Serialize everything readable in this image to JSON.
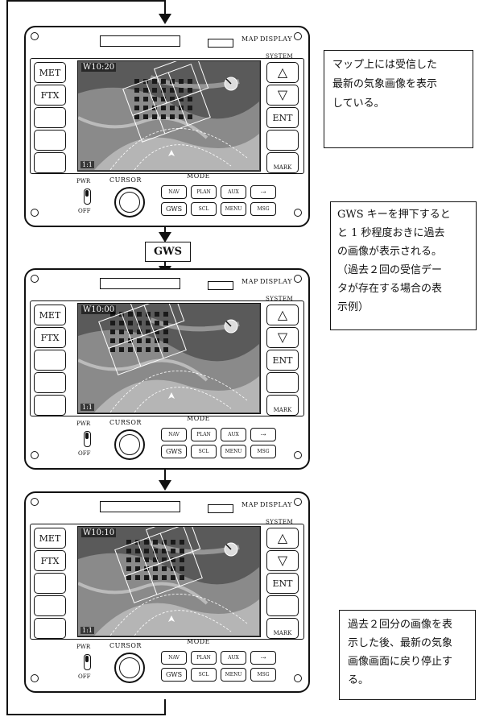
{
  "device": {
    "title_map": "MAP",
    "title_display": "DISPLAY",
    "title_system": "SYSTEM",
    "left_keys": [
      "MET",
      "FTX",
      "",
      "",
      ""
    ],
    "right_keys": [
      "△",
      "▽",
      "ENT",
      "",
      "MARK"
    ],
    "pwr": "PWR",
    "off": "OFF",
    "cursor": "CURSOR",
    "mode": "MODE",
    "mode_row1": [
      "NAV",
      "PLAN",
      "AUX",
      "⇢"
    ],
    "mode_row2": [
      "GWS",
      "SCL",
      "MENU",
      "MSG"
    ]
  },
  "panels": [
    {
      "time": "W10:20",
      "scr_id": "1:1"
    },
    {
      "time": "W10:00",
      "scr_id": "1:1"
    },
    {
      "time": "W10:10",
      "scr_id": "1:1"
    }
  ],
  "gws_label": "GWS",
  "notes": {
    "n1": [
      "マップ上には受信した",
      "最新の気象画像を表示",
      "している。"
    ],
    "n2": [
      "GWS キーを押下すると",
      "と 1 秒程度おきに過去",
      "の画像が表示される。",
      "（過去２回の受信デー",
      "タが存在する場合の表",
      "示例）"
    ],
    "n3": [
      "過去２回分の画像を表",
      "示した後、最新の気象",
      "画像画面に戻り停止す",
      "る。"
    ]
  },
  "colors": {
    "line": "#111111",
    "screen": "#4a4a4a"
  }
}
